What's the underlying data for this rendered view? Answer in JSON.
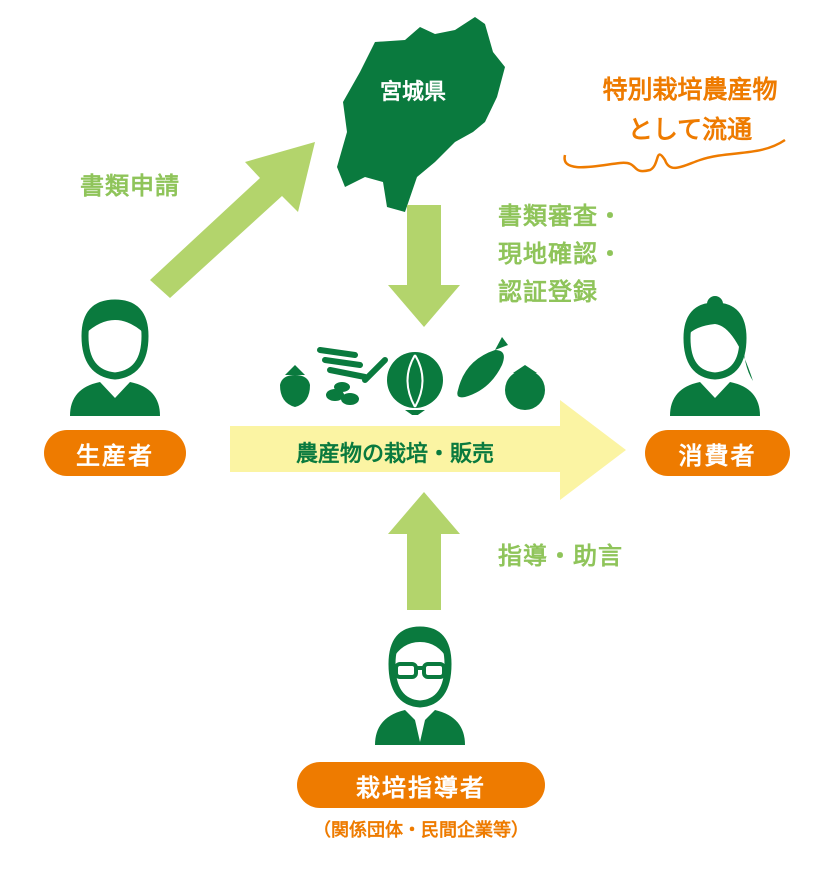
{
  "prefecture": "宮城県",
  "distribution": {
    "line1": "特別栽培農産物",
    "line2": "として流通"
  },
  "steps": {
    "application": "書類申請",
    "review": [
      "書類審査・",
      "現地確認・",
      "認証登録"
    ],
    "guidance": "指導・助言"
  },
  "actors": {
    "producer": "生産者",
    "consumer": "消費者",
    "advisor": "栽培指導者",
    "advisor_note": "（関係団体・民間企業等）"
  },
  "main_flow": "農産物の栽培・販売",
  "colors": {
    "dark_green": "#0a7a3e",
    "light_green": "#b3d46c",
    "yellow": "#fbf4a3",
    "orange": "#ee7b00"
  }
}
